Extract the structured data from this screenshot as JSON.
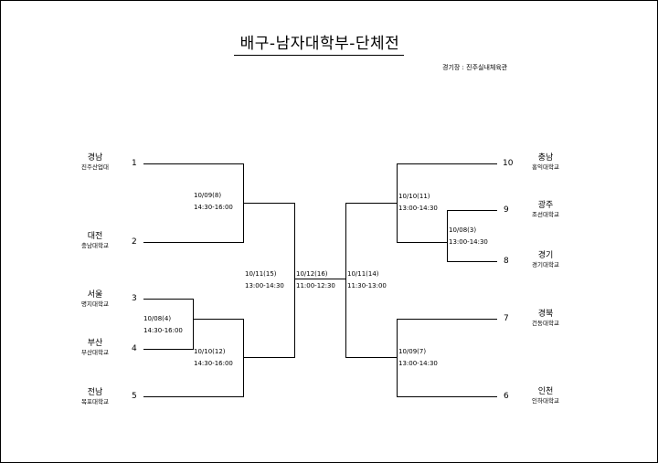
{
  "title": "배구-남자대학부-단체전",
  "venue": "경기장 : 진주실내체육관",
  "teams": [
    {
      "seed": "1",
      "region": "경남",
      "school": "진주산업대"
    },
    {
      "seed": "2",
      "region": "대전",
      "school": "충남대학교"
    },
    {
      "seed": "3",
      "region": "서울",
      "school": "명지대학교"
    },
    {
      "seed": "4",
      "region": "부산",
      "school": "부산대학교"
    },
    {
      "seed": "5",
      "region": "전남",
      "school": "목포대학교"
    },
    {
      "seed": "10",
      "region": "충남",
      "school": "홍익대학교"
    },
    {
      "seed": "9",
      "region": "광주",
      "school": "조선대학교"
    },
    {
      "seed": "8",
      "region": "경기",
      "school": "경기대학교"
    },
    {
      "seed": "7",
      "region": "경북",
      "school": "건동대학교"
    },
    {
      "seed": "6",
      "region": "인천",
      "school": "인하대학교"
    }
  ],
  "matches": [
    {
      "date": "10/09(8)",
      "time": "14:30-16:00"
    },
    {
      "date": "10/08(4)",
      "time": "14:30-16:00"
    },
    {
      "date": "10/10(12)",
      "time": "14:30-16:00"
    },
    {
      "date": "10/11(15)",
      "time": "13:00-14:30"
    },
    {
      "date": "10/12(16)",
      "time": "11:00-12:30"
    },
    {
      "date": "10/11(14)",
      "time": "11:30-13:00"
    },
    {
      "date": "10/10(11)",
      "time": "13:00-14:30"
    },
    {
      "date": "10/08(3)",
      "time": "13:00-14:30"
    },
    {
      "date": "10/09(7)",
      "time": "13:00-14:30"
    }
  ]
}
